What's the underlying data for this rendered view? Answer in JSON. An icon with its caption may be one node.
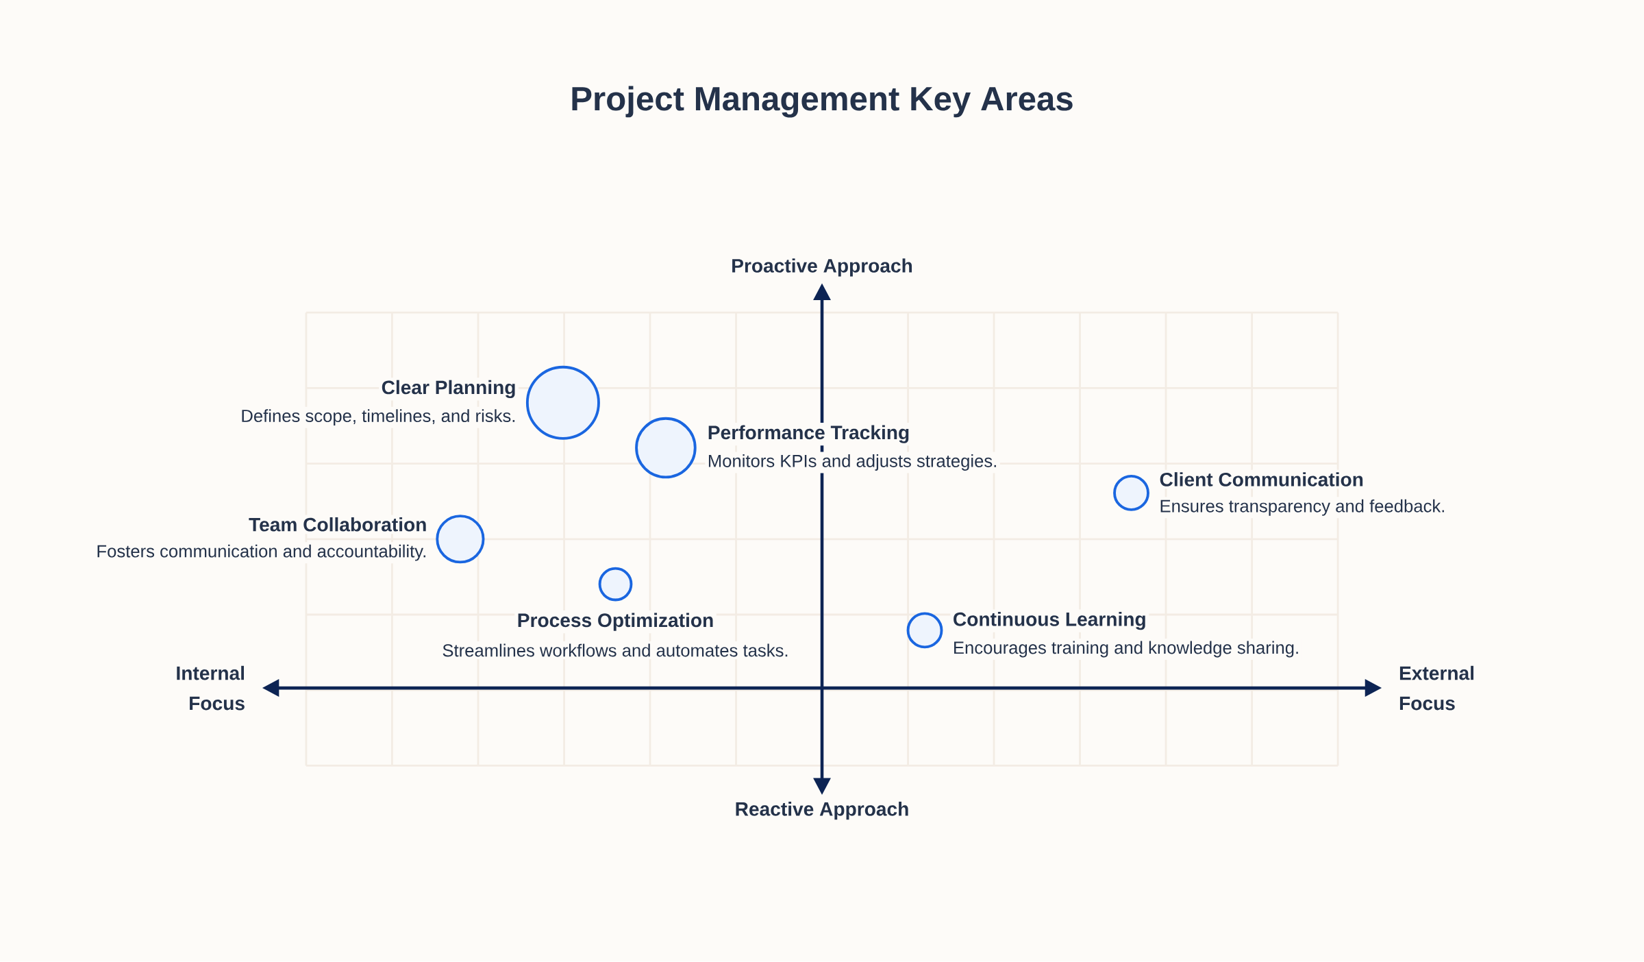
{
  "diagram": {
    "title": "Project Management Key Areas",
    "nodes": [
      {
        "text": [],
        "shape": "circle",
        "beside": [
          "Clear Planning",
          "Defines scope, timelines, and risks."
        ]
      },
      {
        "text": [],
        "shape": "circle",
        "beside": [
          "Performance Tracking",
          "Monitors KPIs and adjusts strategies."
        ]
      },
      {
        "text": [],
        "shape": "circle",
        "beside": [
          "Client Communication",
          "Ensures transparency and feedback."
        ]
      },
      {
        "text": [],
        "shape": "circle",
        "beside": [
          "Team Collaboration",
          "Fosters communication and accountability."
        ]
      },
      {
        "text": [],
        "shape": "circle",
        "beside": [
          "Process Optimization",
          "Streamlines workflows and automates tasks."
        ]
      },
      {
        "text": [],
        "shape": "circle",
        "beside": [
          "Continuous Learning",
          "Encourages training and knowledge sharing."
        ]
      }
    ],
    "labels": [
      "Proactive Approach",
      "Internal Focus",
      "External Focus",
      "Reactive Approach"
    ]
  }
}
